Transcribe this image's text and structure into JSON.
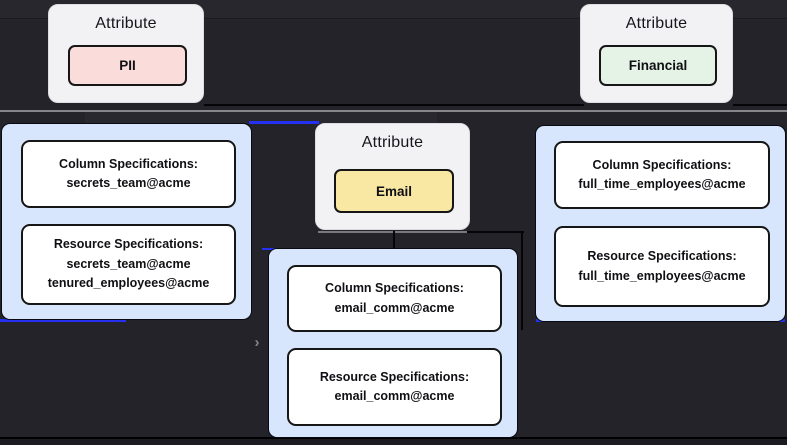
{
  "canvas": {
    "background": "#232329",
    "accent_blue": "#2431f0",
    "arrow_glyph": "›"
  },
  "attributes": [
    {
      "id": "pii",
      "title": "Attribute",
      "label": "PII",
      "fill": "#fadcda"
    },
    {
      "id": "email",
      "title": "Attribute",
      "label": "Email",
      "fill": "#f9e8a3"
    },
    {
      "id": "financial",
      "title": "Attribute",
      "label": "Financial",
      "fill": "#e4f3e5"
    }
  ],
  "clusters": [
    {
      "id": "secrets",
      "column": {
        "title": "Column Specifications:",
        "values": [
          "secrets_team@acme"
        ]
      },
      "resource": {
        "title": "Resource Specifications:",
        "values": [
          "secrets_team@acme",
          "tenured_employees@acme"
        ]
      }
    },
    {
      "id": "email_comm",
      "column": {
        "title": "Column Specifications:",
        "values": [
          "email_comm@acme"
        ]
      },
      "resource": {
        "title": "Resource Specifications:",
        "values": [
          "email_comm@acme"
        ]
      }
    },
    {
      "id": "full_time",
      "column": {
        "title": "Column Specifications:",
        "values": [
          "full_time_employees@acme"
        ]
      },
      "resource": {
        "title": "Resource Specifications:",
        "values": [
          "full_time_employees@acme"
        ]
      }
    }
  ]
}
